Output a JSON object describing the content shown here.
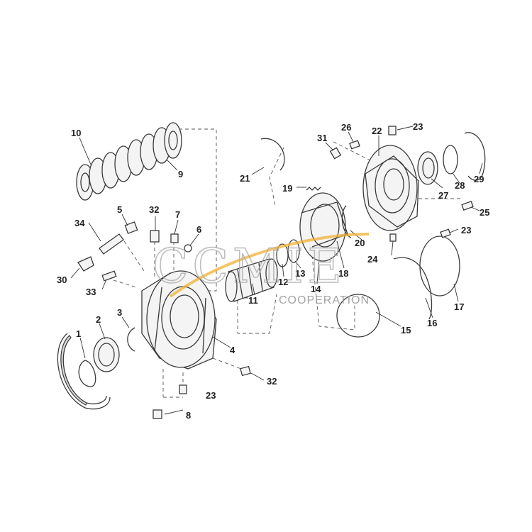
{
  "callouts": [
    "1",
    "2",
    "3",
    "4",
    "5",
    "7",
    "6",
    "8",
    "9",
    "10",
    "11",
    "12",
    "13",
    "14",
    "15",
    "16",
    "17",
    "18",
    "19",
    "20",
    "21",
    "22",
    "23",
    "23",
    "23",
    "23",
    "24",
    "25",
    "26",
    "27",
    "28",
    "29",
    "30",
    "31",
    "32",
    "32",
    "33",
    "34"
  ],
  "watermark": {
    "brand": "CCMIE",
    "tagline": "COOPERATION"
  },
  "colors": {
    "line": "#3a3a3a",
    "watermark_swoosh": "#f2b233",
    "watermark_text": "#a9a9a9"
  }
}
